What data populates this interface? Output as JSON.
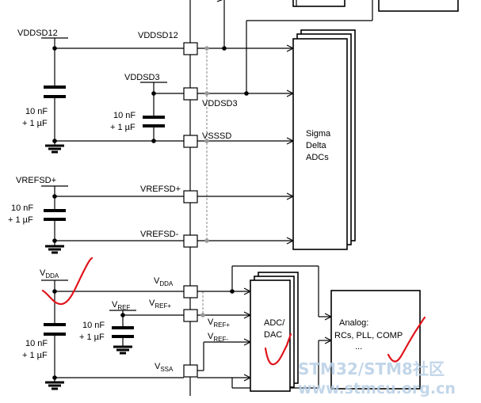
{
  "left_labels": {
    "vddsd12": "VDDSD12",
    "vddsd3": "VDDSD3",
    "vrefsd_plus": "VREFSD+",
    "vdda_main": "V",
    "vdda_sub": "DDA",
    "vref_main": "V",
    "vref_sub": "REF"
  },
  "cap_values": {
    "c1_line1": "10 nF",
    "c1_line2": "+ 1 µF",
    "c2_line1": "10 nF",
    "c2_line2": "+ 1 µF",
    "c3_line1": "10 nF",
    "c3_line2": "+ 1 µF",
    "c4_line1": "10 nF",
    "c4_line2": "+ 1 µF",
    "c5_line1": "10 nF",
    "c5_line2": "+ 1 µF"
  },
  "pin_labels": {
    "vddsd12": "VDDSD12",
    "vddsd3": "VDDSD3",
    "vsssd": "VSSSD",
    "vrefsd_plus": "VREFSD+",
    "vrefsd_minus": "VREFSD-",
    "vdda_main": "V",
    "vdda_sub": "DDA",
    "vref_plus_main": "V",
    "vref_plus_sub": "REF+",
    "vssa_main": "V",
    "vssa_sub": "SSA"
  },
  "inner_labels": {
    "vref_plus_main": "V",
    "vref_plus_sub": "REF+",
    "vref_minus_main": "V",
    "vref_minus_sub": "REF-"
  },
  "blocks": {
    "sdadc_line1": "Sigma",
    "sdadc_line2": "Delta",
    "sdadc_line3": "ADCs",
    "adc_line1": "ADC/",
    "adc_line2": "DAC",
    "analog_line1": "Analog:",
    "analog_line2": "RCs, PLL, COMP",
    "analog_line3": "..."
  },
  "watermark": {
    "line1": "STM32/STM8社区",
    "line2": "www.stmcu.org.cn"
  },
  "colors": {
    "annotation": "#e0141b",
    "watermark": "#b8cfe6",
    "dashed_wire": "#9a9a9a"
  }
}
